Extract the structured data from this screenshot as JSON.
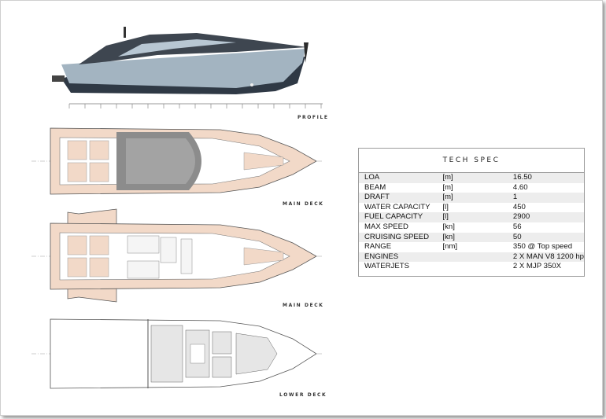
{
  "labels": {
    "profile": "PROFILE",
    "main_deck_1": "MAIN DECK",
    "main_deck_2": "MAIN DECK",
    "lower_deck": "LOWER DECK"
  },
  "tech_spec": {
    "title": "TECH SPEC",
    "rows": [
      {
        "name": "LOA",
        "unit": "[m]",
        "value": "16.50"
      },
      {
        "name": "BEAM",
        "unit": "[m]",
        "value": "4.60"
      },
      {
        "name": "DRAFT",
        "unit": "[m]",
        "value": "1"
      },
      {
        "name": "WATER CAPACITY",
        "unit": "[l]",
        "value": "450"
      },
      {
        "name": "FUEL CAPACITY",
        "unit": "[l]",
        "value": "2900"
      },
      {
        "name": "MAX SPEED",
        "unit": "[kn]",
        "value": "56"
      },
      {
        "name": "CRUISING SPEED",
        "unit": "[kn]",
        "value": "50"
      },
      {
        "name": "RANGE",
        "unit": "[nm]",
        "value": "350 @ Top speed"
      },
      {
        "name": "ENGINES",
        "unit": "",
        "value": "2 X MAN V8 1200 hp"
      },
      {
        "name": "WATERJETS",
        "unit": "",
        "value": "2 X MJP 350X"
      }
    ]
  },
  "colors": {
    "hull": "#9fb0bd",
    "bottom": "#2f3945",
    "deck_wood": "#f2d9c8",
    "canopy": "#8a8a8a"
  }
}
